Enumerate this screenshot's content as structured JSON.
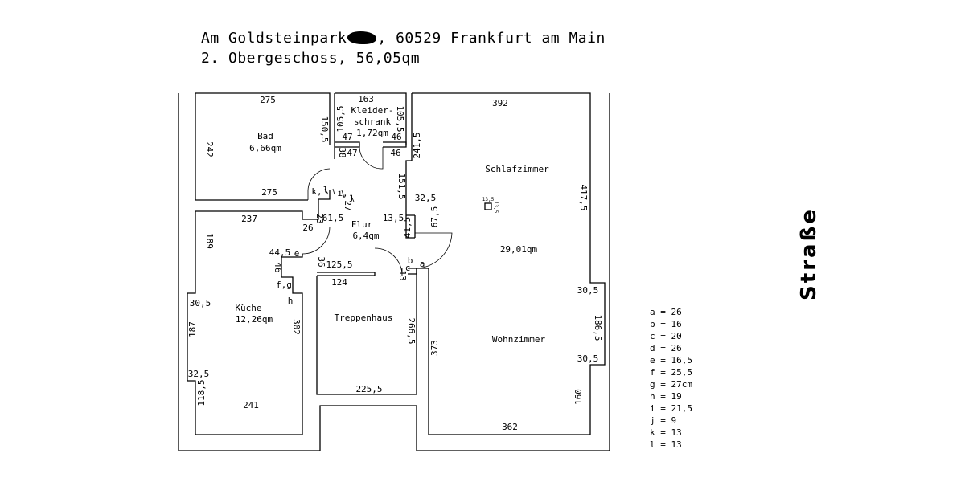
{
  "header": {
    "address_before": "Am Goldsteinpark",
    "address_after": ", 60529 Frankfurt am Main",
    "subtitle": "2. Obergeschoss, 56,05qm"
  },
  "street_label": "Straße",
  "rooms": {
    "bad": {
      "name": "Bad",
      "area": "6,66qm"
    },
    "kleiderschrank": {
      "name_1": "Kleider-",
      "name_2": "schrank",
      "area": "1,72qm"
    },
    "schlafzimmer": {
      "name": "Schlafzimmer",
      "area": "29,01qm"
    },
    "flur": {
      "name": "Flur",
      "area": "6,4qm"
    },
    "kueche": {
      "name": "Küche",
      "area": "12,26qm"
    },
    "treppenhaus": {
      "name": "Treppenhaus"
    },
    "wohnzimmer": {
      "name": "Wohnzimmer"
    }
  },
  "dimensions": {
    "bad_top": "275",
    "bad_bottom": "275",
    "bad_left": "242",
    "bad_right": "150,5",
    "bad_door_ref": "38",
    "ks_top": "163",
    "ks_left": "105,5",
    "ks_right": "105,5",
    "ks_bottom_left": "47",
    "ks_bottom_right": "46",
    "ks_below_left": "47",
    "ks_below_right": "46",
    "sz_top": "392",
    "sz_left": "241,5",
    "sz_right": "417,5",
    "flur_right": "151,5",
    "corner_32_5": "32,5",
    "flur_13_5": "13,5",
    "flur_41_5": "41,5",
    "sz_67_5": "67,5",
    "kueche_top": "237",
    "kueche_23": "23",
    "kueche_61_5": "61,5",
    "kueche_26": "26",
    "flur_27": "27",
    "kueche_189": "189",
    "flur_44_5": "44,5",
    "flur_36": "36",
    "flur_125_5": "125,5",
    "kueche_46": "46",
    "kueche_302": "302",
    "kueche_30_5": "30,5",
    "kueche_187": "187",
    "kueche_32_5": "32,5",
    "kueche_118_5": "118,5",
    "kueche_bottom": "241",
    "th_top": "124",
    "th_right": "266,5",
    "th_bottom": "225,5",
    "wz_13": "13",
    "wz_left": "373",
    "wz_bottom": "362",
    "wz_30_5_top": "30,5",
    "wz_186_5": "186,5",
    "wz_30_5_bottom": "30,5",
    "wz_160": "160",
    "pillar_13_5_a": "13,5",
    "pillar_13_5_b": "13,5"
  },
  "markers": {
    "a": "a",
    "b": "b",
    "c": "c",
    "e": "e",
    "h": "h",
    "k": "k,",
    "l": "l",
    "i": "i,",
    "j": "j",
    "fg": "f,g"
  },
  "legend": [
    "a = 26",
    "b = 16",
    "c = 20",
    "d = 26",
    "e = 16,5",
    "f = 25,5",
    "g = 27cm",
    "h = 19",
    "i = 21,5",
    "j = 9",
    "k = 13",
    "l = 13"
  ]
}
